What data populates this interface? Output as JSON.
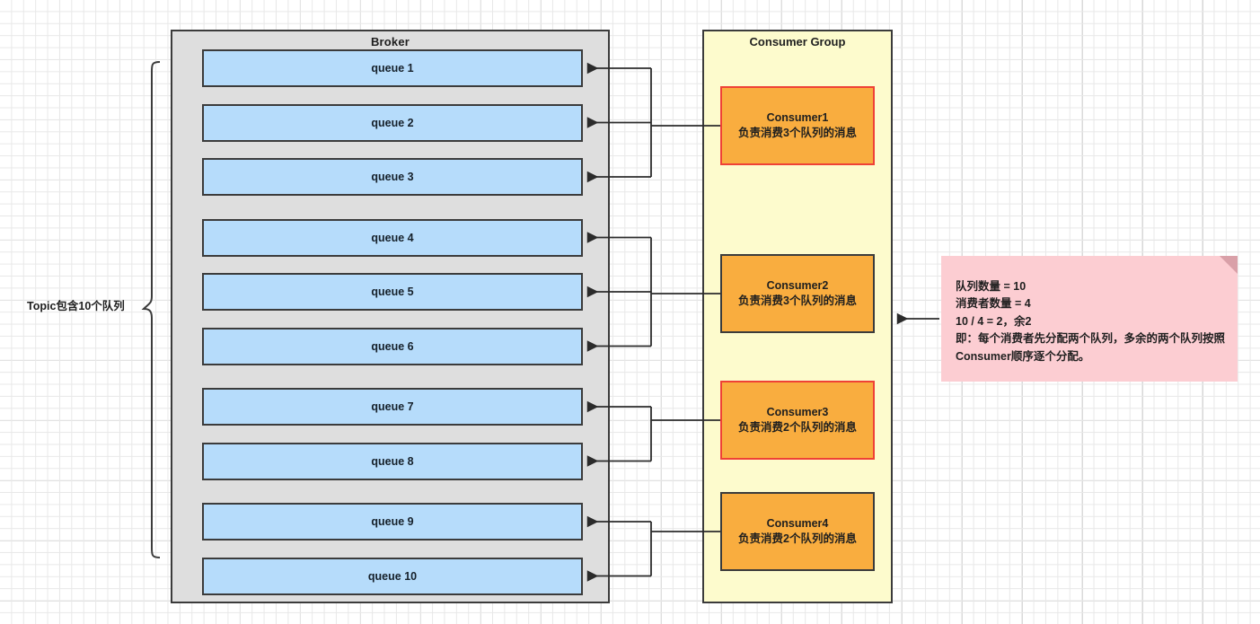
{
  "diagram": {
    "broker": {
      "title": "Broker",
      "queues": [
        {
          "label": "queue 1"
        },
        {
          "label": "queue 2"
        },
        {
          "label": "queue 3"
        },
        {
          "label": "queue 4"
        },
        {
          "label": "queue 5"
        },
        {
          "label": "queue 6"
        },
        {
          "label": "queue 7"
        },
        {
          "label": "queue 8"
        },
        {
          "label": "queue 9"
        },
        {
          "label": "queue 10"
        }
      ]
    },
    "consumer_group": {
      "title": "Consumer Group",
      "consumers": [
        {
          "name": "Consumer1",
          "desc": "负责消费3个队列的消息",
          "border": "red",
          "queue_count": 3
        },
        {
          "name": "Consumer2",
          "desc": "负责消费3个队列的消息",
          "border": "dark",
          "queue_count": 3
        },
        {
          "name": "Consumer3",
          "desc": "负责消费2个队列的消息",
          "border": "red",
          "queue_count": 2
        },
        {
          "name": "Consumer4",
          "desc": "负责消费2个队列的消息",
          "border": "dark",
          "queue_count": 2
        }
      ]
    },
    "topic_label": "Topic包含10个队列",
    "note": {
      "text": "队列数量 = 10\n消费者数量 = 4\n10 / 4 = 2，余2\n即：每个消费者先分配两个队列，多余的两个队列按照Consumer顺序逐个分配。"
    },
    "colors": {
      "queue_fill": "#b6dcfb",
      "broker_fill": "#dedede",
      "consumer_group_fill": "#fdfbcd",
      "consumer_fill": "#f9ad3f",
      "consumer_border_red": "#ef4136",
      "consumer_border_dark": "#3b3b3b",
      "note_fill": "#fccdd2",
      "note_fold": "#d9a0a8",
      "line": "#2b2b2b",
      "grid": "#e8e8e8"
    }
  }
}
